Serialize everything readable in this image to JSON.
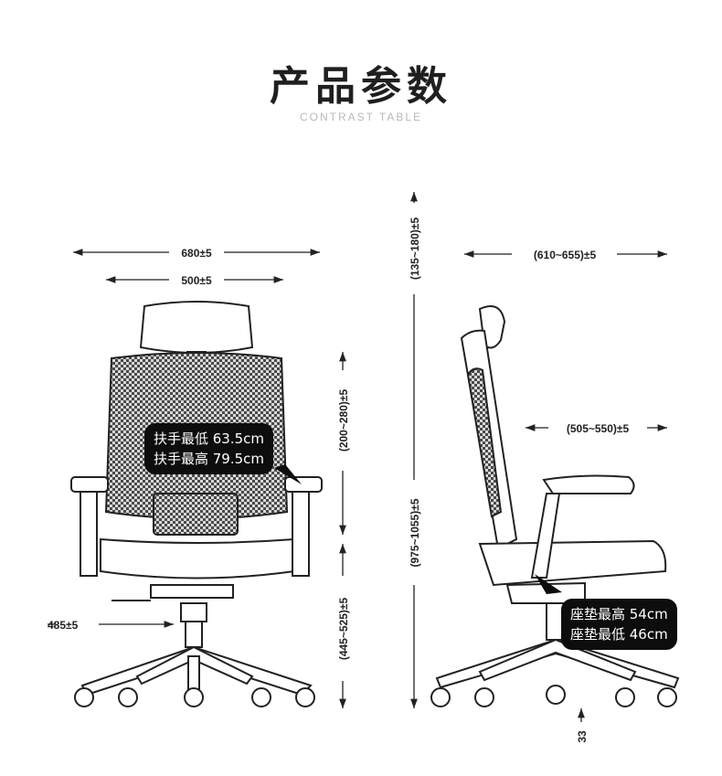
{
  "header": {
    "title": "产品参数",
    "subtitle": "CONTRAST TABLE"
  },
  "dimensions": {
    "front_total_width": "680±5",
    "front_seat_width": "500±5",
    "front_armrest_range": "(200~280)±5",
    "front_seat_height_range": "(445~525)±5",
    "front_base_radius": "485±5",
    "center_headrest_range": "(135~180)±5",
    "center_total_height": "(975~1055)±5",
    "side_total_depth": "(610~655)±5",
    "side_seat_depth": "(505~550)±5",
    "side_wheel_height": "33"
  },
  "callouts": {
    "armrest": {
      "line1": "扶手最低 63.5cm",
      "line2": "扶手最高 79.5cm"
    },
    "seat": {
      "line1": "座垫最高 54cm",
      "line2": "座垫最低 46cm"
    }
  }
}
